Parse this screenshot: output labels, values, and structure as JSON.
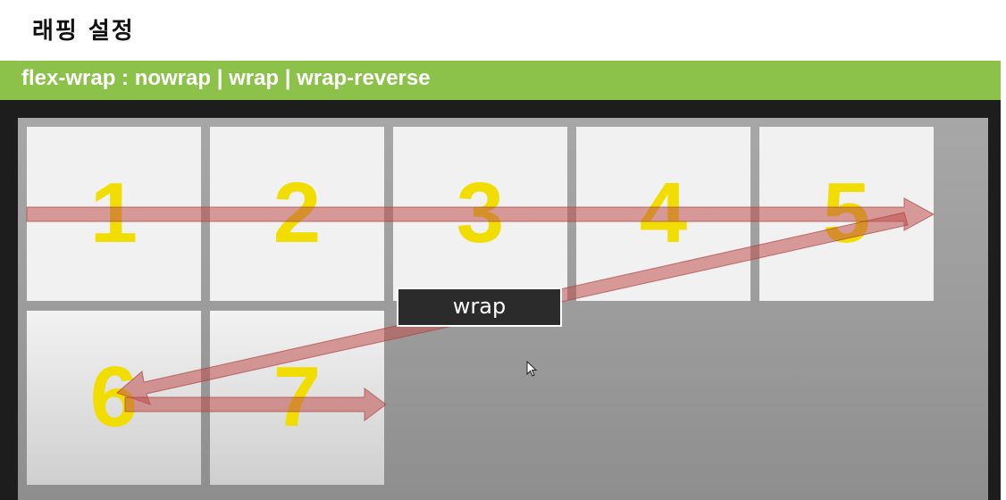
{
  "page": {
    "title": "래핑 설정"
  },
  "banner": {
    "text": "flex-wrap : nowrap | wrap | wrap-reverse"
  },
  "items": [
    "1",
    "2",
    "3",
    "4",
    "5",
    "6",
    "7"
  ],
  "mode_label": "wrap",
  "colors": {
    "banner_green": "#8dc24a",
    "number_yellow": "#f2dd00",
    "arrow_red": "#c0504d",
    "frame_dark": "#1d1d1d",
    "box_light": "#f1f1f1"
  },
  "icons": {
    "cursor": "mouse-pointer-icon"
  }
}
